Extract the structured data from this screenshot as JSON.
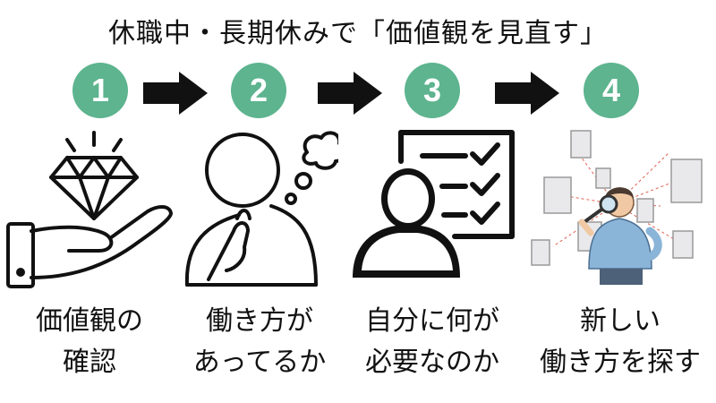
{
  "title": "休職中・長期休みで「価値観を見直す」",
  "steps": [
    {
      "number": "1",
      "line1": "価値観の",
      "line2": "確認",
      "icon": "diamond-in-hand-icon"
    },
    {
      "number": "2",
      "line1": "働き方が",
      "line2": "あってるか",
      "icon": "thinking-person-icon"
    },
    {
      "number": "3",
      "line1": "自分に何が",
      "line2": "必要なのか",
      "icon": "checklist-person-icon"
    },
    {
      "number": "4",
      "line1": "新しい",
      "line2": "働き方を探す",
      "icon": "searching-man-icon"
    }
  ],
  "colors": {
    "accent": "#5db48f",
    "ink": "#111111"
  }
}
